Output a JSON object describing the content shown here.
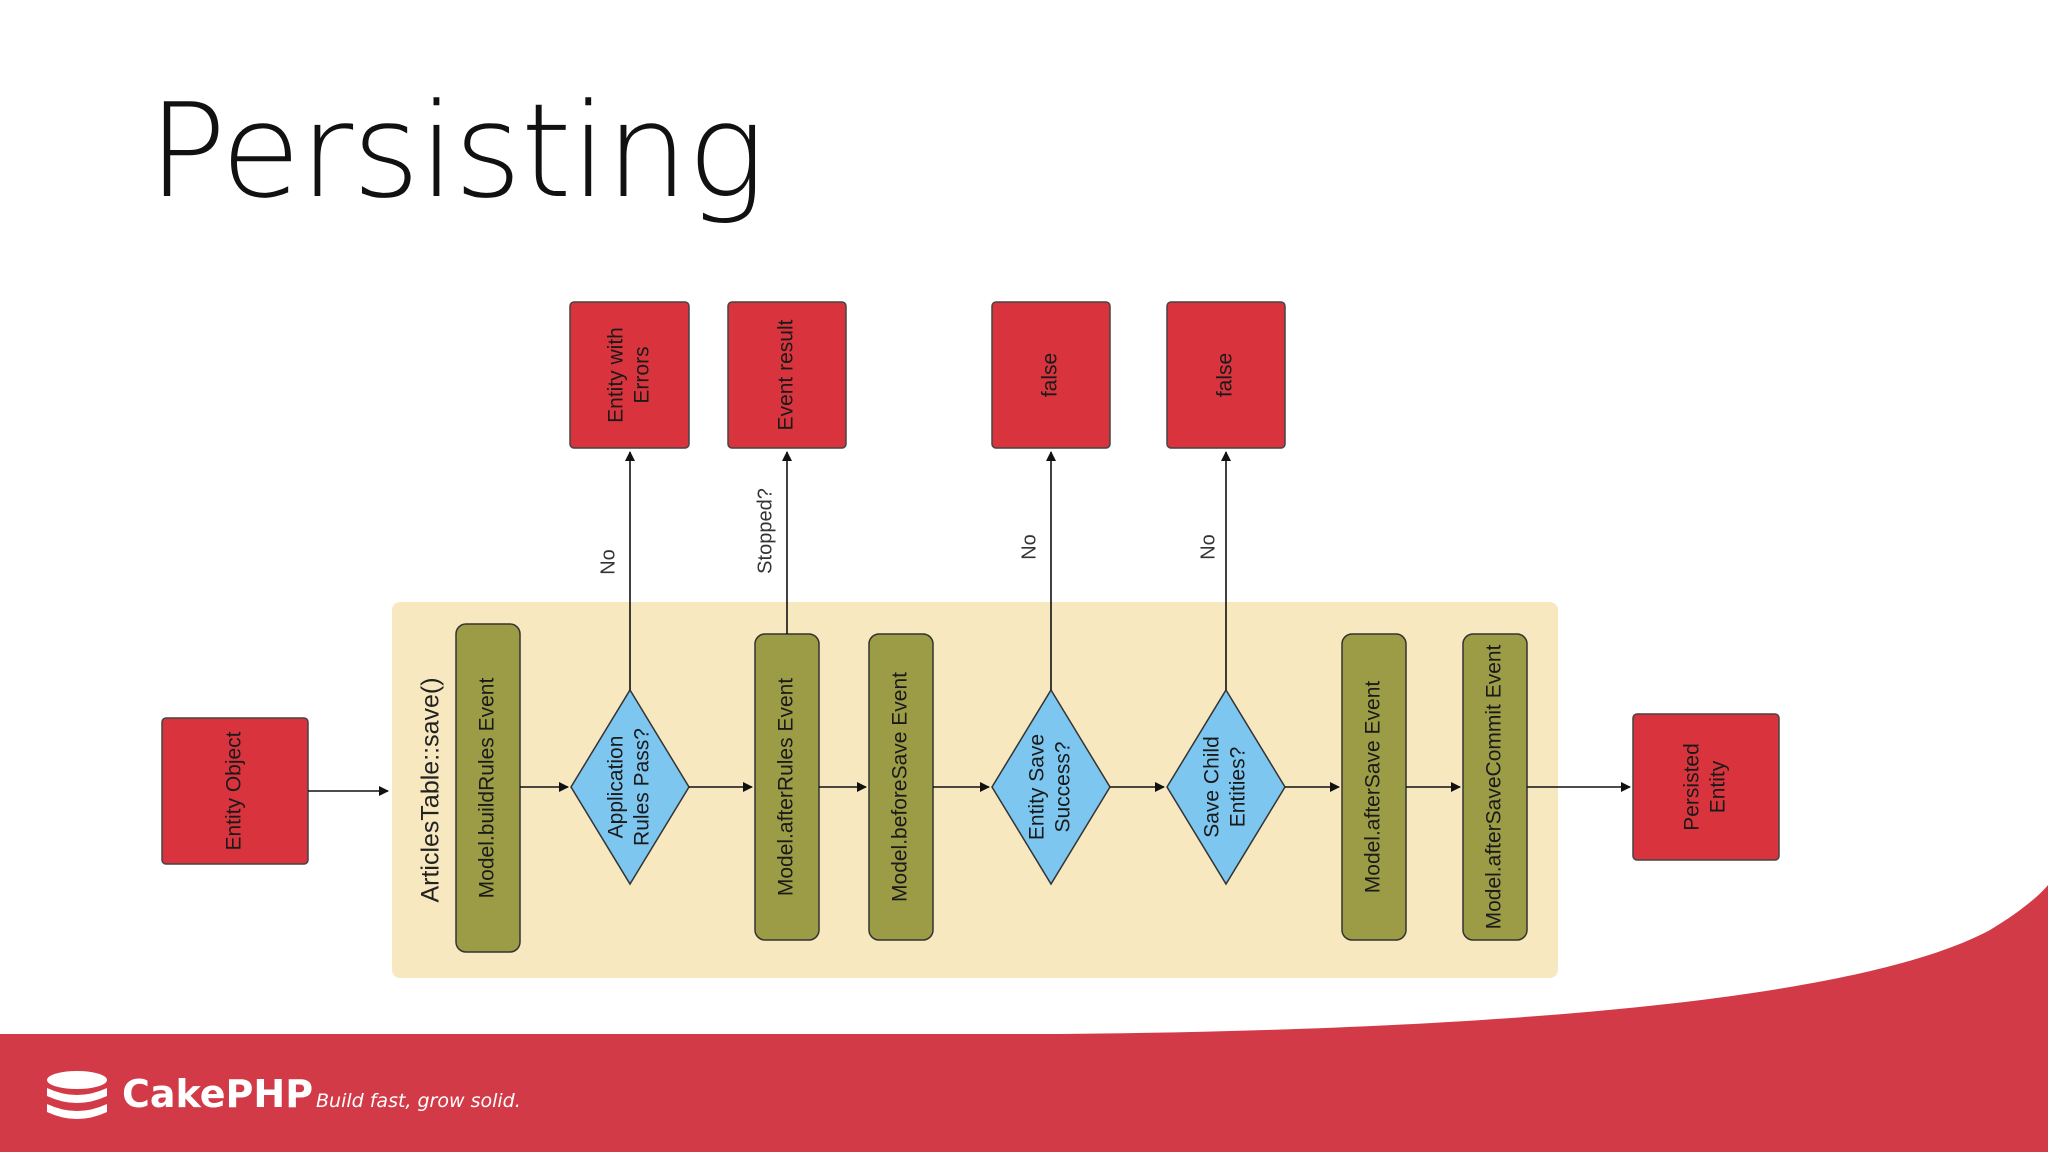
{
  "slide": {
    "title": "Persisting"
  },
  "diagram": {
    "group_label": "ArticlesTable::save()",
    "input": "Entity Object",
    "output": "Persisted Entity",
    "steps": {
      "build_rules": "Model.buildRules Event",
      "rules_pass": [
        "Application",
        "Rules Pass?"
      ],
      "after_rules": "Model.afterRules Event",
      "before_save": "Model.beforeSave Event",
      "save_success": [
        "Entity Save",
        "Success?"
      ],
      "save_children": [
        "Save Child",
        "Entities?"
      ],
      "after_save": "Model.afterSave Event",
      "after_save_commit": "Model.afterSaveCommit Event"
    },
    "outcomes": {
      "errors": [
        "Entity with",
        "Errors"
      ],
      "event_result": "Event result",
      "false_1": "false",
      "false_2": "false"
    },
    "edge_labels": {
      "no_1": "No",
      "stopped": "Stopped?",
      "no_2": "No",
      "no_3": "No"
    },
    "output_lines": [
      "Persisted",
      "Entity"
    ]
  },
  "footer": {
    "brand": "CakePHP",
    "tagline": "Build fast, grow solid."
  },
  "colors": {
    "terminal_red": "#d9343e",
    "event_olive": "#9c9c46",
    "decision_blue": "#7cc6f0",
    "group_fill": "#f8e8c0",
    "footer_red": "#d23a47"
  }
}
